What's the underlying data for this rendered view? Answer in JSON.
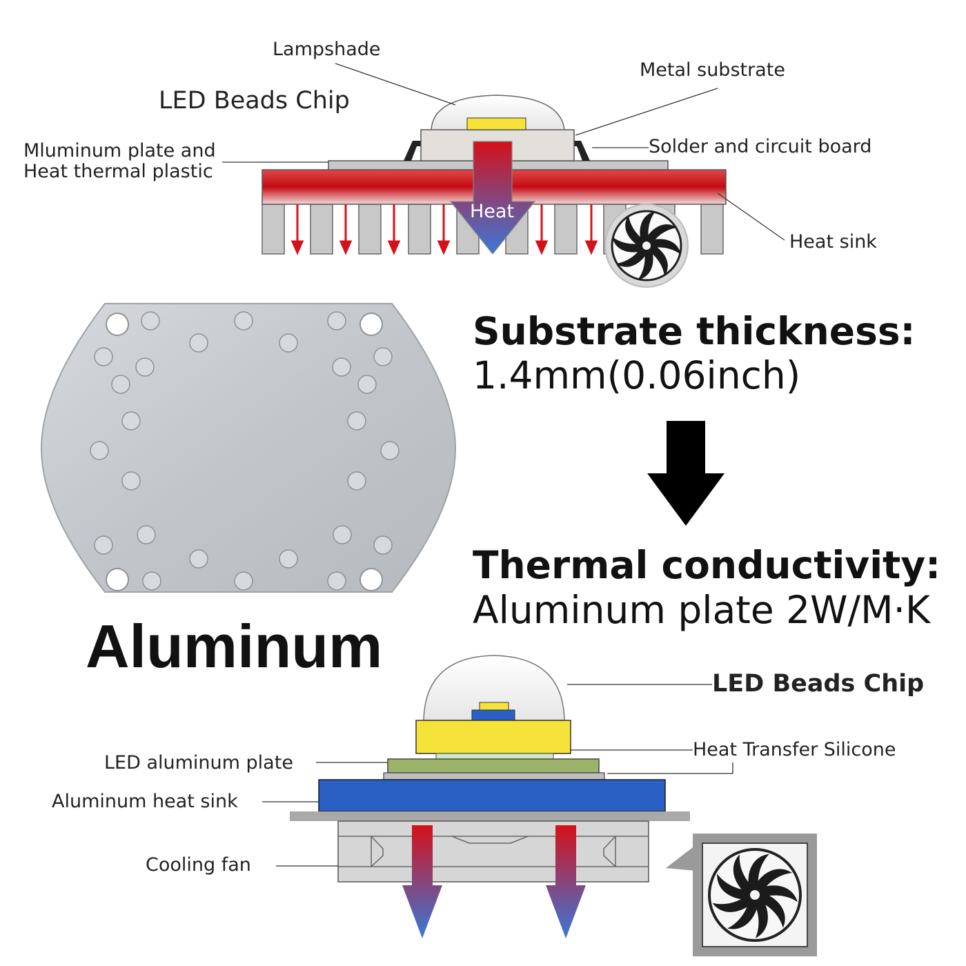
{
  "top_diagram": {
    "title": "LED Beads Chip",
    "lampshade": "Lampshade",
    "metal_substrate": "Metal substrate",
    "solder": "Solder and circuit board",
    "plate_line1": "Mluminum plate and",
    "plate_line2": "Heat thermal plastic",
    "heat_sink": "Heat sink",
    "heat_arrow": "Heat"
  },
  "specs": {
    "thickness_title": "Substrate thickness:",
    "thickness_value": "1.4mm(0.06inch)",
    "conductivity_title": "Thermal conductivity:",
    "conductivity_value": "Aluminum plate 2W/M·K"
  },
  "product": {
    "material": "Aluminum"
  },
  "bottom_diagram": {
    "title": "LED Beads Chip",
    "silicone": "Heat Transfer Silicone",
    "led_plate": "LED aluminum plate",
    "heat_sink": "Aluminum heat sink",
    "fan": "Cooling fan"
  },
  "colors": {
    "heat_red": "#d4111a",
    "cool_blue": "#3a78d8",
    "chip_yellow": "#f6e33a",
    "sink_blue": "#2a5fc4",
    "plate_green": "#9bb46a",
    "aluminum": "#c9ccd0"
  },
  "icons": [
    "fan-icon",
    "heat-arrow-icon",
    "down-arrow-icon"
  ]
}
